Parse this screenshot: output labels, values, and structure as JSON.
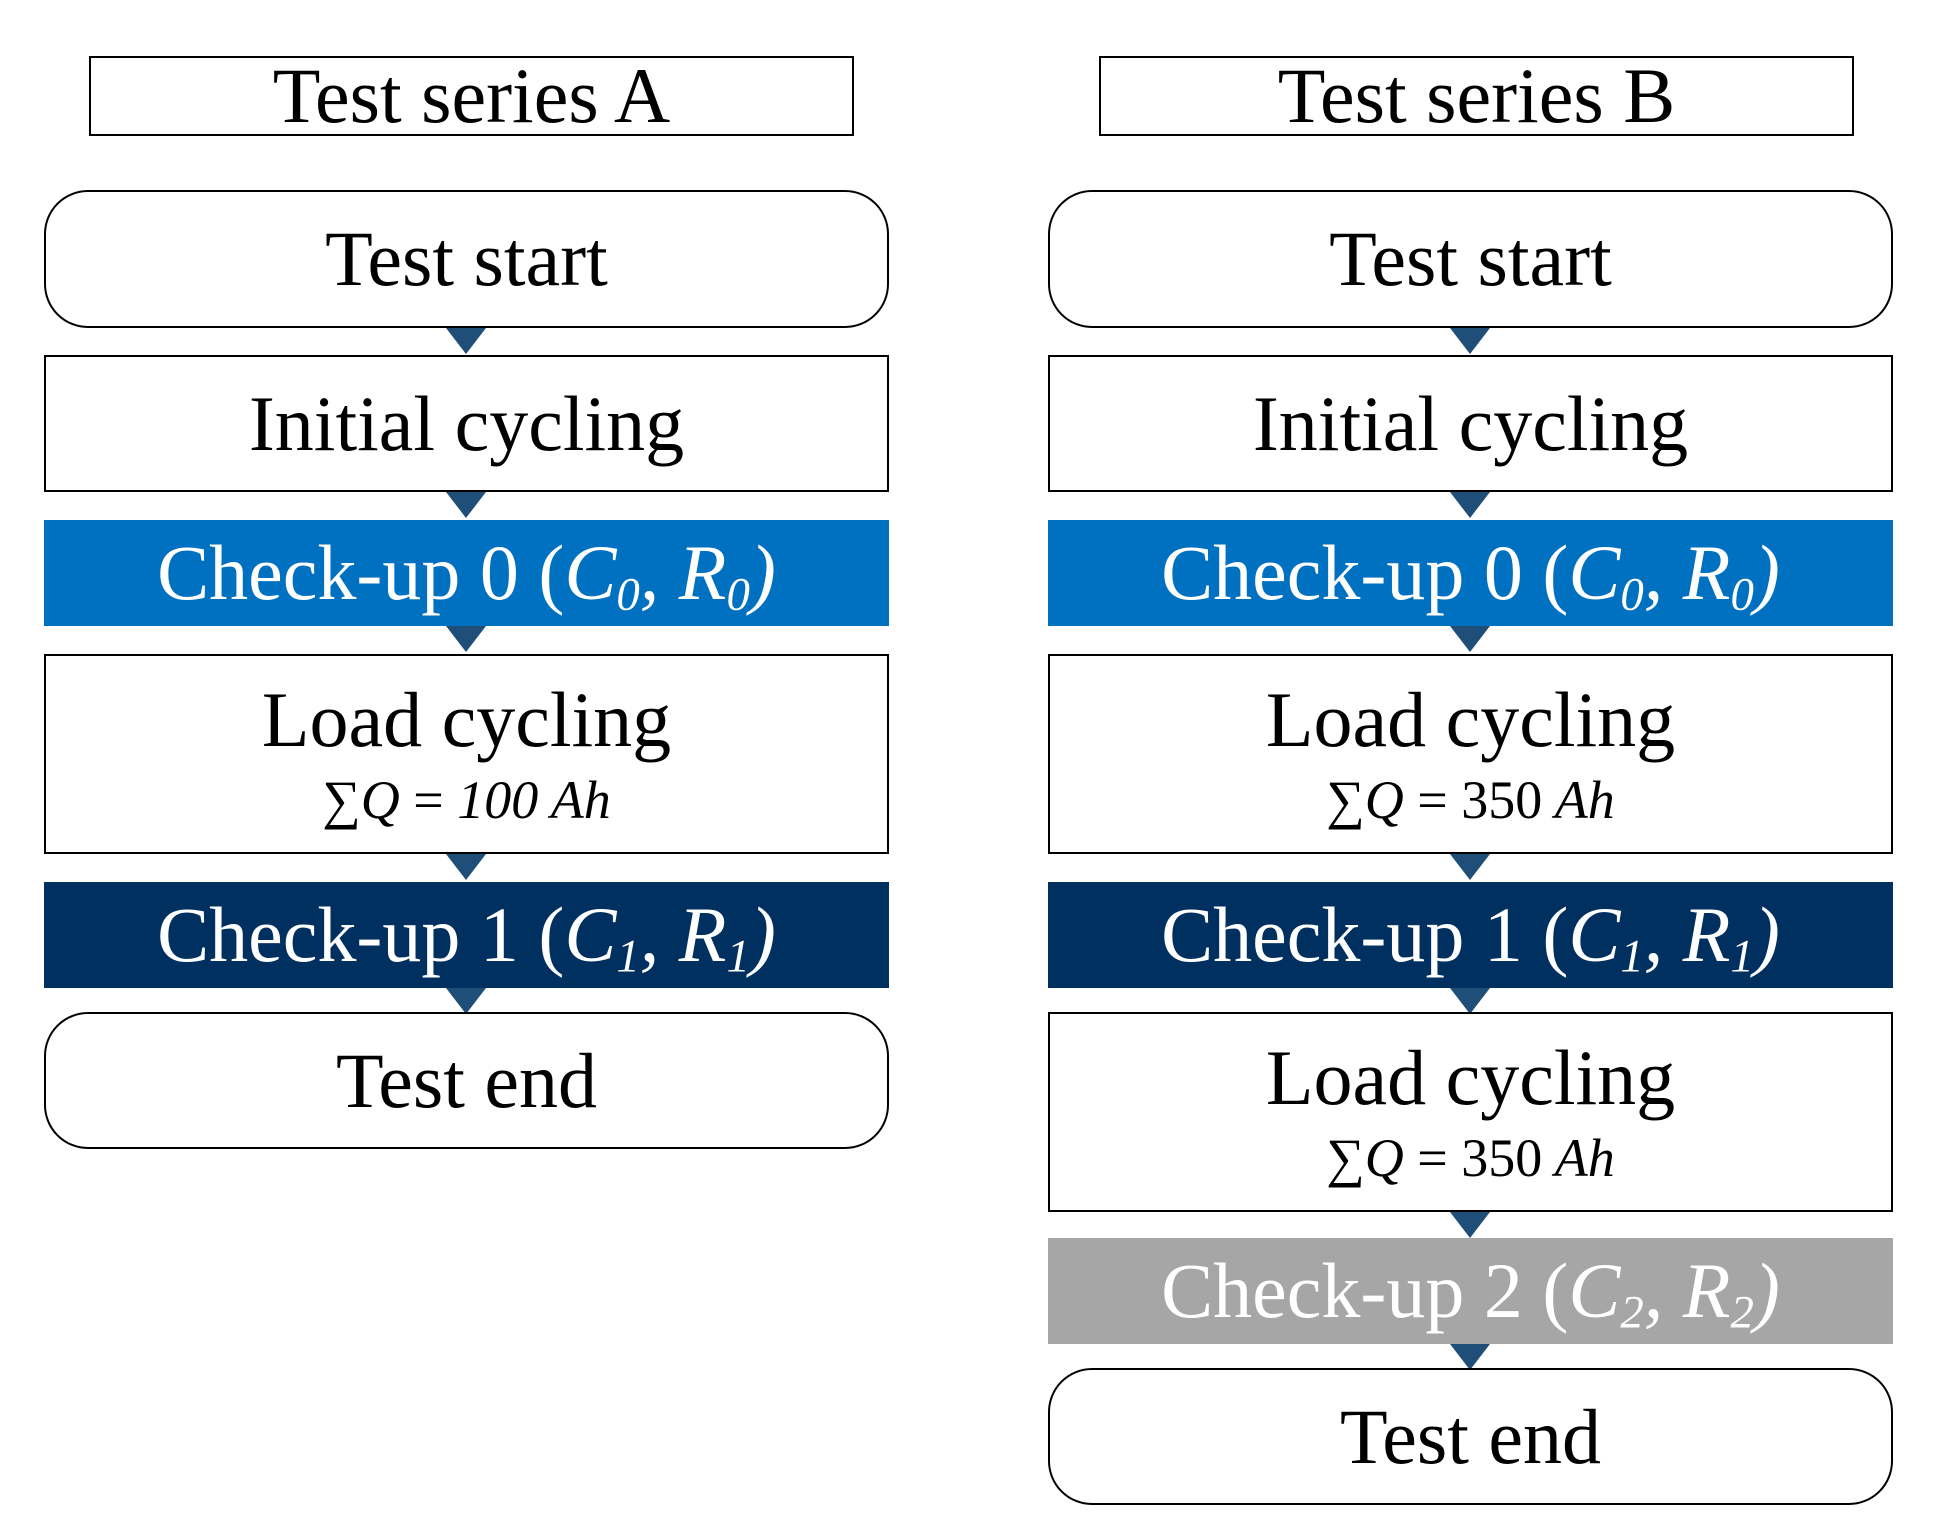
{
  "colors": {
    "checkup_0": "#0070c0",
    "checkup_1": "#003060",
    "checkup_2": "#a6a6a6",
    "arrow": "#1f4e79"
  },
  "series_a": {
    "title": "Test series A",
    "test_start": "Test start",
    "initial_cycling": "Initial cycling",
    "checkup_0": {
      "prefix": "Check-up 0 (",
      "c": "C",
      "c_sub": "0",
      "sep": ", ",
      "r": "R",
      "r_sub": "0",
      "suffix": ")"
    },
    "load_cycling": {
      "label": "Load cycling",
      "sum_q": "∑Q",
      "eq": " = ",
      "value": "100",
      "unit": " Ah"
    },
    "checkup_1": {
      "prefix": "Check-up 1 (",
      "c": "C",
      "c_sub": "1",
      "sep": ", ",
      "r": "R",
      "r_sub": "1",
      "suffix": ")"
    },
    "test_end": "Test end"
  },
  "series_b": {
    "title": "Test series B",
    "test_start": "Test start",
    "initial_cycling": "Initial cycling",
    "checkup_0": {
      "prefix": "Check-up 0 (",
      "c": "C",
      "c_sub": "0",
      "sep": ", ",
      "r": "R",
      "r_sub": "0",
      "suffix": ")"
    },
    "load_cycling_1": {
      "label": "Load cycling",
      "sum_q": "∑Q",
      "eq": " = ",
      "value": "350",
      "unit": " Ah"
    },
    "checkup_1": {
      "prefix": "Check-up 1 (",
      "c": "C",
      "c_sub": "1",
      "sep": ", ",
      "r": "R",
      "r_sub": "1",
      "suffix": ")"
    },
    "load_cycling_2": {
      "label": "Load cycling",
      "sum_q": "∑Q",
      "eq": " = ",
      "value": "350",
      "unit": " Ah"
    },
    "checkup_2": {
      "prefix": "Check-up 2 (",
      "c": "C",
      "c_sub": "2",
      "sep": ", ",
      "r": "R",
      "r_sub": "2",
      "suffix": ")"
    },
    "test_end": "Test end"
  }
}
